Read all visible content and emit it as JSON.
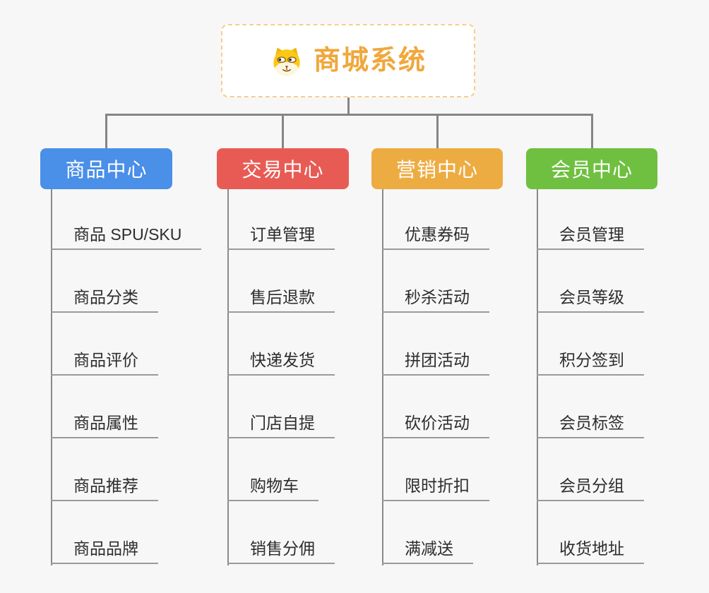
{
  "page": {
    "background_color": "#f7f7f7",
    "connector_color": "#858585"
  },
  "root": {
    "label": "商城系统",
    "icon": "dog-face-icon",
    "text_color": "#f0a73b",
    "border_color": "#f6cf8b"
  },
  "branches": [
    {
      "label": "商品中心",
      "color": "#4a8fe8",
      "children": [
        "商品 SPU/SKU",
        "商品分类",
        "商品评价",
        "商品属性",
        "商品推荐",
        "商品品牌"
      ]
    },
    {
      "label": "交易中心",
      "color": "#e85b55",
      "children": [
        "订单管理",
        "售后退款",
        "快递发货",
        "门店自提",
        "购物车",
        "销售分佣"
      ]
    },
    {
      "label": "营销中心",
      "color": "#edac42",
      "children": [
        "优惠券码",
        "秒杀活动",
        "拼团活动",
        "砍价活动",
        "限时折扣",
        "满减送"
      ]
    },
    {
      "label": "会员中心",
      "color": "#6fc040",
      "children": [
        "会员管理",
        "会员等级",
        "积分签到",
        "会员标签",
        "会员分组",
        "收货地址"
      ]
    }
  ]
}
